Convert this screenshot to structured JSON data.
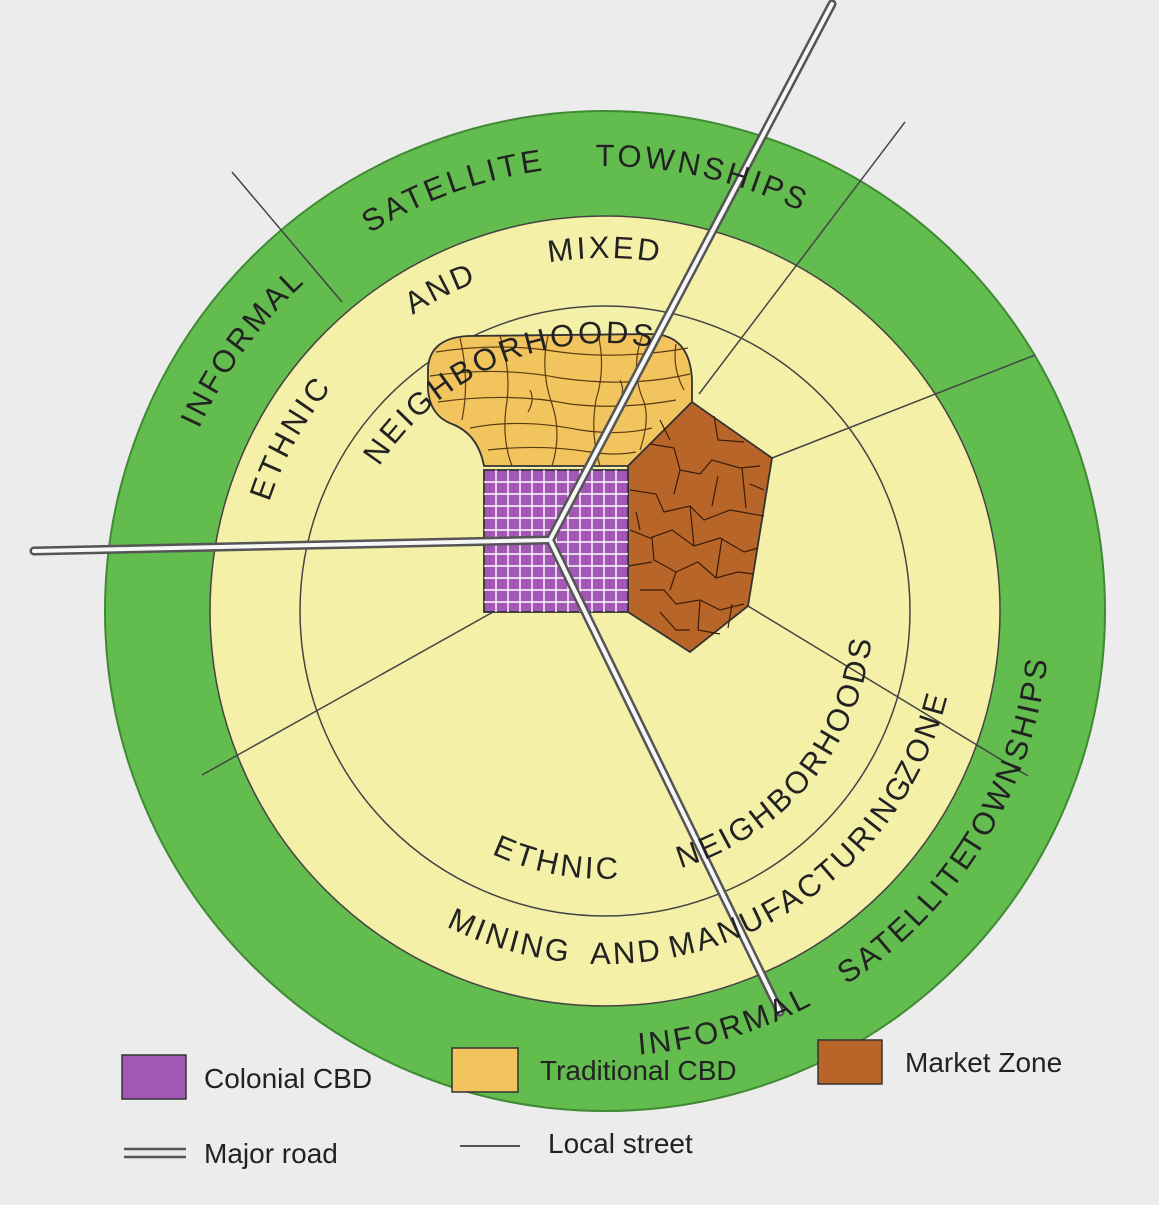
{
  "diagram": {
    "zones": {
      "outer_top": [
        "INFORMAL",
        "SATELLITE",
        "TOWNSHIPS"
      ],
      "outer_bottom": [
        "INFORMAL",
        "SATELLITE",
        "TOWNSHIPS"
      ],
      "mixed_top": [
        "ETHNIC",
        "AND",
        "MIXED"
      ],
      "neigh_top": "NEIGHBORHOODS",
      "neigh_bottom": [
        "ETHNIC",
        "NEIGHBORHOODS"
      ],
      "mining": [
        "MINING",
        "AND",
        "MANUFACTURING",
        "ZONE"
      ]
    },
    "colors": {
      "outer_ring": "#63bc4e",
      "inner_disc": "#f5f0a8",
      "colonial_cbd": "#a257b4",
      "traditional_cbd": "#f2c45e",
      "market_zone": "#b8652a",
      "road": "#f7f7f7",
      "line": "#444444"
    }
  },
  "legend": {
    "colonial_cbd": "Colonial CBD",
    "traditional_cbd": "Traditional CBD",
    "market_zone": "Market Zone",
    "major_road": "Major road",
    "local_street": "Local street"
  }
}
